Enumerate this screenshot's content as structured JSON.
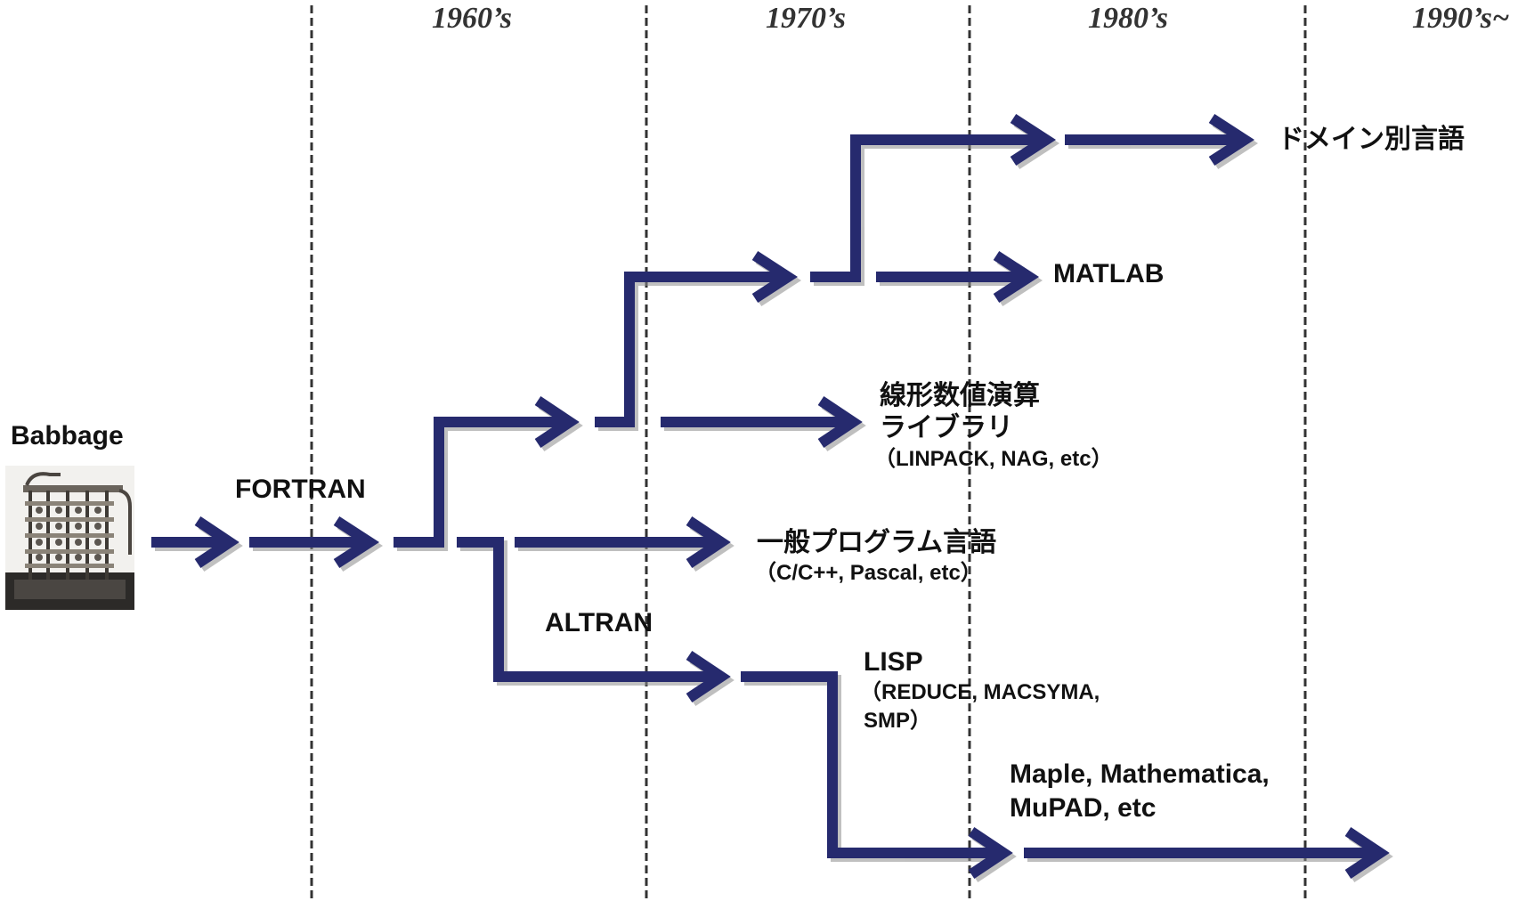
{
  "eras": [
    "1960’s",
    "1970’s",
    "1980’s",
    "1990’s~"
  ],
  "labels": {
    "babbage": "Babbage",
    "fortran": "FORTRAN",
    "altran": "ALTRAN",
    "domain_lang": "ドメイン別言語",
    "matlab": "MATLAB",
    "linear_lib_line1": "線形数値演算",
    "linear_lib_line2": "ライブラリ",
    "linear_lib_examples": "（LINPACK, NAG, etc）",
    "general_lang": "一般プログラム言語",
    "general_lang_examples": "（C/C++, Pascal, etc）",
    "lisp": "LISP",
    "lisp_examples_line1": "（REDUCE, MACSYMA,",
    "lisp_examples_line2": "SMP）",
    "cas_line1": "Maple, Mathematica,",
    "cas_line2": "MuPAD, etc"
  },
  "colors": {
    "arrow": "#262a6e",
    "arrow_shadow": "#8c8c8c",
    "divider": "#333333"
  }
}
